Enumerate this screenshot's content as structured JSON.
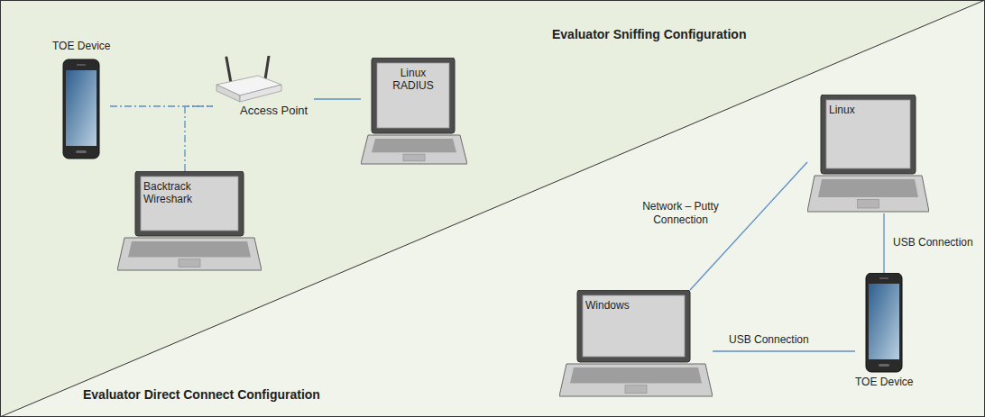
{
  "diagram": {
    "nodes": [
      {
        "text": [
          "TOE Device"
        ]
      },
      {
        "text": [
          "Access Point"
        ]
      },
      {
        "text": [
          "Linux RADIUS"
        ]
      },
      {
        "text": [
          "Backtrack Wireshark"
        ]
      },
      {
        "text": [
          "Linux"
        ]
      },
      {
        "text": [
          "Windows"
        ]
      },
      {
        "text": [
          "TOE Device"
        ]
      }
    ],
    "edges": [
      {
        "from": 0,
        "to": 1,
        "arrow": "none"
      },
      {
        "from": 3,
        "to": 1,
        "arrow": "none"
      },
      {
        "from": 1,
        "to": 2,
        "arrow": "none"
      },
      {
        "from": 5,
        "to": 4,
        "label": "Network – Putty Connection",
        "arrow": "none"
      },
      {
        "from": 4,
        "to": 6,
        "label": "USB Connection",
        "arrow": "none"
      },
      {
        "from": 5,
        "to": 6,
        "label": "USB Connection",
        "arrow": "none"
      }
    ],
    "labels": [
      "Evaluator Sniffing Configuration",
      "Evaluator Direct Connect Configuration"
    ]
  }
}
